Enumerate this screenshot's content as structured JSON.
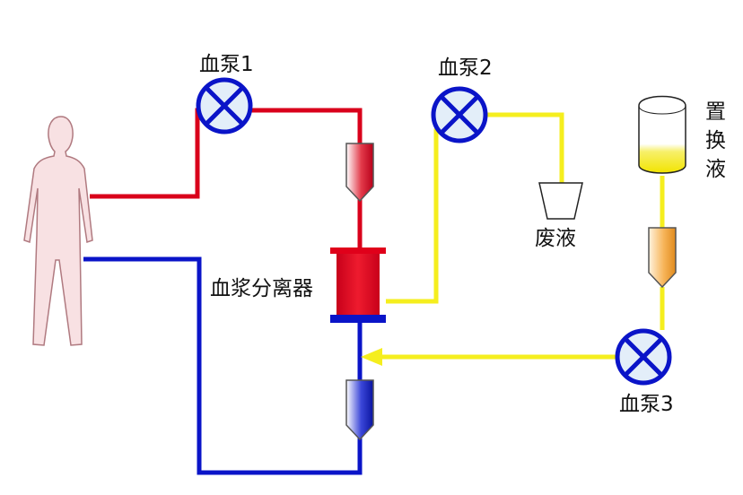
{
  "labels": {
    "pump1": "血泵1",
    "pump2": "血泵2",
    "pump3": "血泵3",
    "separator": "血浆分离器",
    "waste": "废液",
    "replacement_chars": [
      "置",
      "换",
      "液"
    ]
  },
  "colors": {
    "arterial_line": "#d9001b",
    "venous_line": "#0a14c8",
    "fluid_line": "#f5ee1e",
    "pump_fill": "#e3eef9",
    "pump_stroke": "#0a14c8",
    "separator_body": "#e0001a",
    "person_fill": "#f8e1e3",
    "person_stroke": "#b07a80"
  }
}
